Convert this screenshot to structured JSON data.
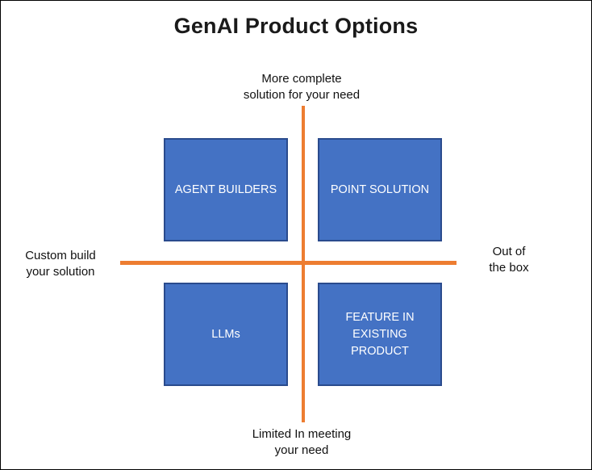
{
  "title": "GenAI Product Options",
  "axes": {
    "top": "More complete\nsolution for your need",
    "bottom": "Limited In meeting\nyour need",
    "left": "Custom build\nyour solution",
    "right": "Out of\nthe box"
  },
  "quadrants": [
    {
      "position": "top-left",
      "label": "AGENT BUILDERS"
    },
    {
      "position": "top-right",
      "label": "POINT SOLUTION"
    },
    {
      "position": "bottom-left",
      "label": "LLMs"
    },
    {
      "position": "bottom-right",
      "label": "FEATURE IN EXISTING PRODUCT"
    }
  ],
  "colors": {
    "box-fill": "#4472C4",
    "box-border": "#2A4B8D",
    "axis-line": "#ED7D31",
    "title-text": "#1a1a1a",
    "box-text": "#FFFFFF",
    "label-text": "#111111"
  }
}
